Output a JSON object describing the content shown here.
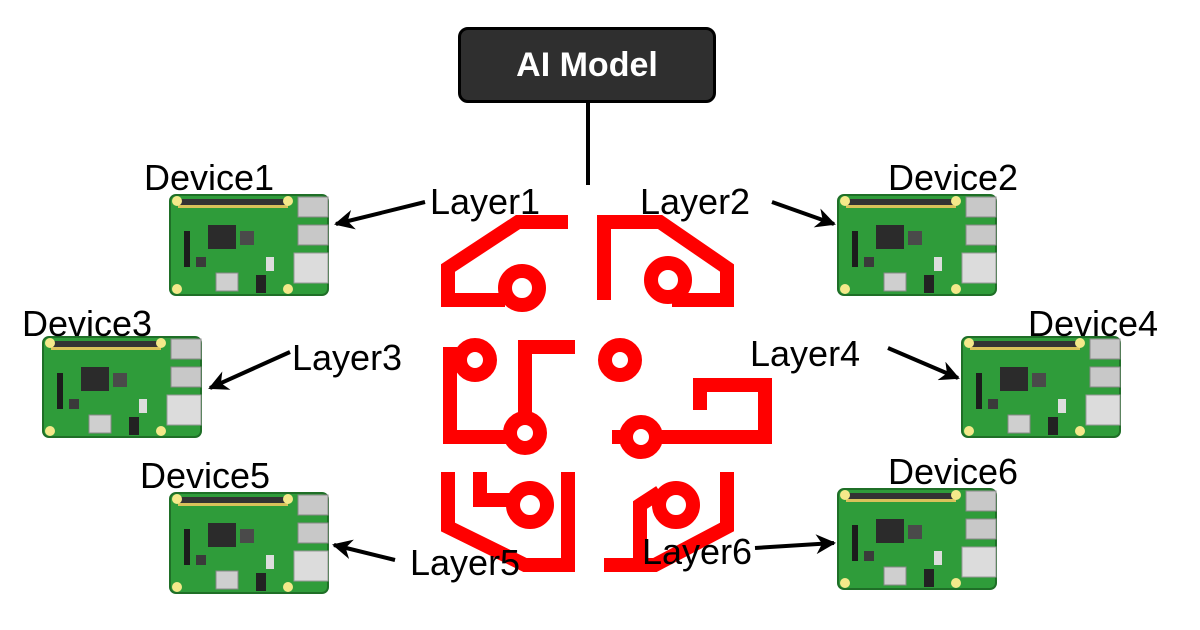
{
  "model": {
    "label": "AI Model"
  },
  "devices": [
    {
      "name": "Device1",
      "layer": "Layer1"
    },
    {
      "name": "Device2",
      "layer": "Layer2"
    },
    {
      "name": "Device3",
      "layer": "Layer3"
    },
    {
      "name": "Device4",
      "layer": "Layer4"
    },
    {
      "name": "Device5",
      "layer": "Layer5"
    },
    {
      "name": "Device6",
      "layer": "Layer6"
    }
  ],
  "colors": {
    "brain": "#ff0000",
    "board": "#2f9c3a",
    "model_box": "#2f2f2f",
    "arrow": "#000000"
  },
  "icons": {
    "center": "brain-circuit-icon",
    "device": "raspberry-pi-board-icon"
  }
}
